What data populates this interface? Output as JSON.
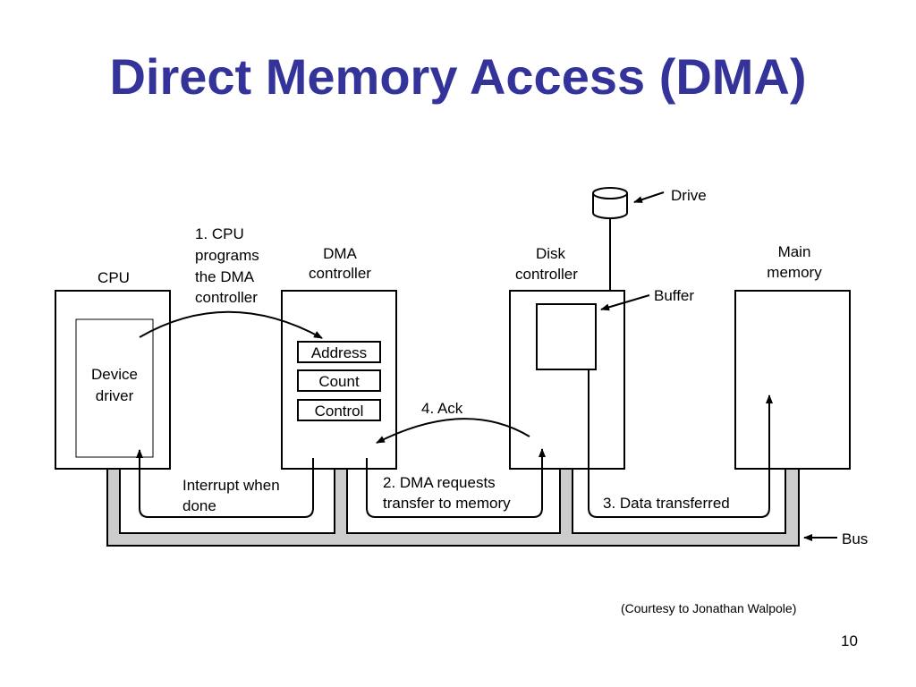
{
  "slide": {
    "title": "Direct Memory Access (DMA)",
    "courtesy": "(Courtesy to Jonathan Walpole)",
    "page_number": "10"
  },
  "diagram": {
    "components": {
      "cpu": "CPU",
      "device_driver": [
        "Device",
        "driver"
      ],
      "dma_controller": [
        "DMA",
        "controller"
      ],
      "dma_registers": [
        "Address",
        "Count",
        "Control"
      ],
      "disk_controller": [
        "Disk",
        "controller"
      ],
      "main_memory": [
        "Main",
        "memory"
      ],
      "drive": "Drive",
      "buffer": "Buffer",
      "bus": "Bus"
    },
    "steps": {
      "step1": [
        "1. CPU",
        "programs",
        "the DMA",
        "controller"
      ],
      "step2": [
        "2. DMA requests",
        "transfer to memory"
      ],
      "step3": "3. Data transferred",
      "step4": "4. Ack",
      "interrupt": [
        "Interrupt when",
        "done"
      ]
    }
  }
}
